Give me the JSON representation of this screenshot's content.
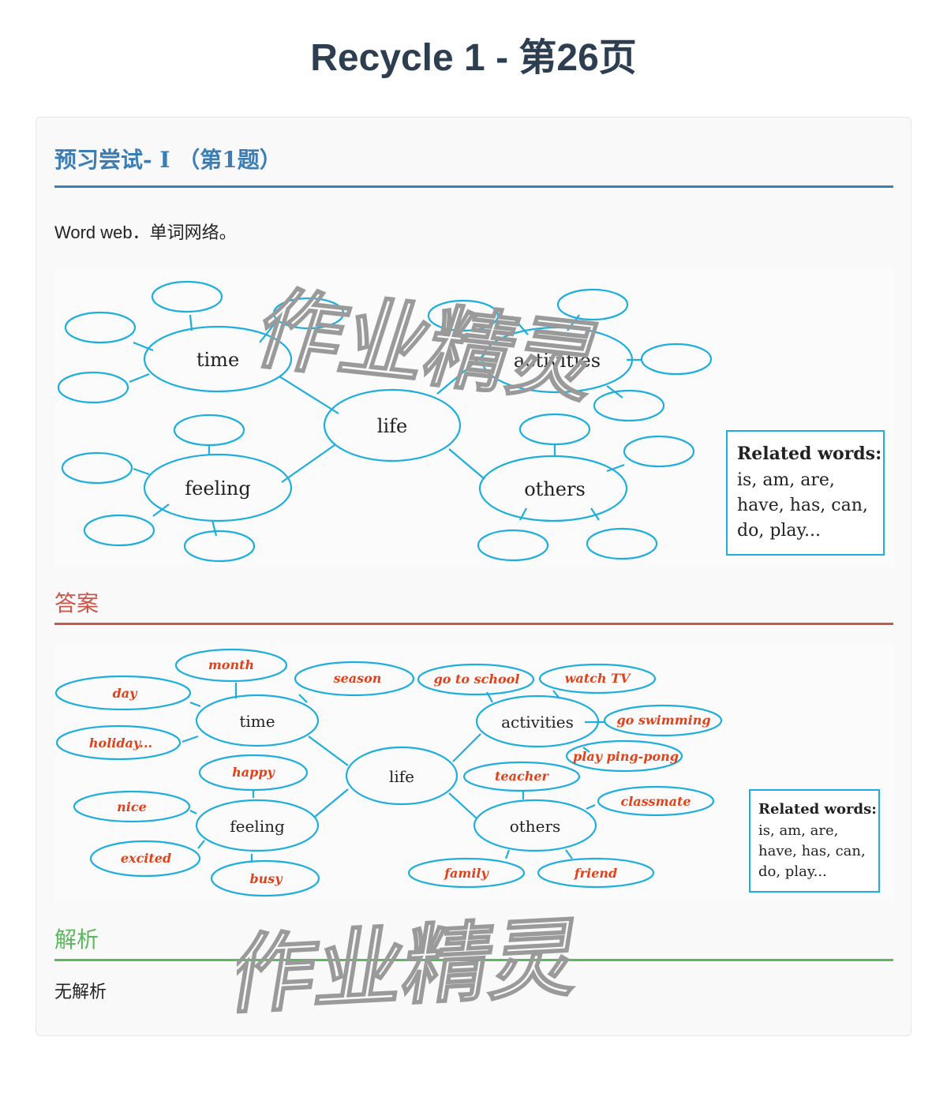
{
  "page": {
    "title": "Recycle 1 - 第26页"
  },
  "question": {
    "heading": "预习尝试- I （第1题）",
    "prompt": "Word web．单词网络。"
  },
  "figure1": {
    "center": "life",
    "hubs": {
      "time": "time",
      "activities": "activities",
      "feeling": "feeling",
      "others": "others"
    },
    "related_title": "Related words:",
    "related_lines": [
      "is, am, are,",
      "have, has, can,",
      "do, play..."
    ]
  },
  "answer": {
    "heading": "答案",
    "figure": {
      "center": "life",
      "hubs": {
        "time": "time",
        "activities": "activities",
        "feeling": "feeling",
        "others": "others"
      },
      "words": {
        "month": "month",
        "day": "day",
        "season": "season",
        "holiday": "holiday...",
        "go_to_school": "go to school",
        "watch_tv": "watch TV",
        "go_swimming": "go swimming",
        "play_ping_pong": "play ping-pong",
        "happy": "happy",
        "nice": "nice",
        "excited": "excited",
        "busy": "busy",
        "teacher": "teacher",
        "classmate": "classmate",
        "family": "family",
        "friend": "friend"
      },
      "related_title": "Related words:",
      "related_lines": [
        "is, am, are,",
        "have, has, can,",
        "do, play..."
      ]
    }
  },
  "explanation": {
    "heading": "解析",
    "text": "无解析"
  },
  "watermark": "作业精灵",
  "colors": {
    "title": "#2c3e50",
    "question": "#3b7db5",
    "answer": "#c9574b",
    "explain": "#5cb85c",
    "web": "#1eaede",
    "answer_word": "#e0421c"
  }
}
